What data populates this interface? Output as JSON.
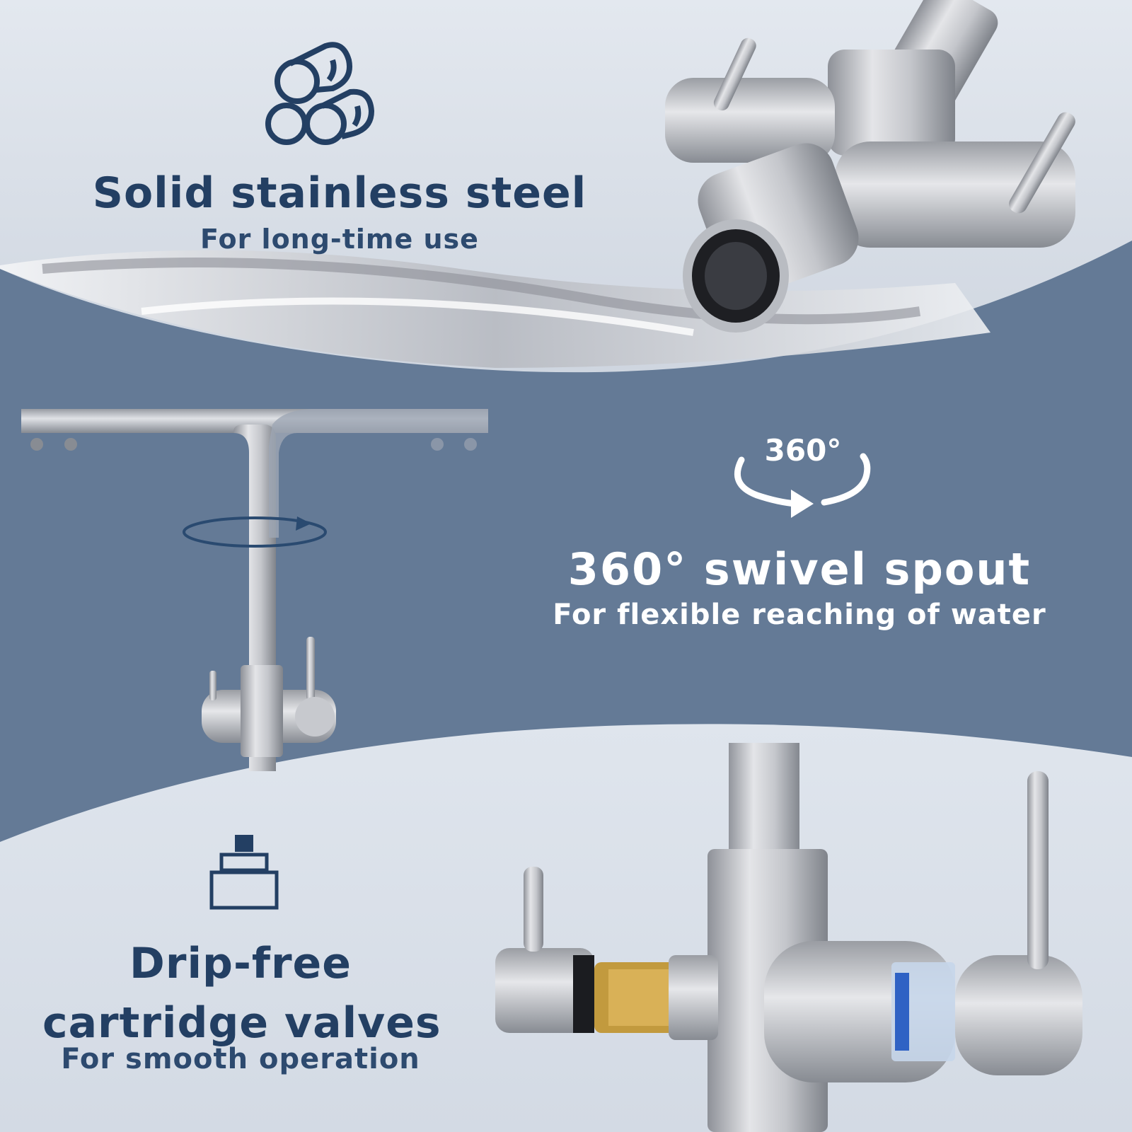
{
  "features": [
    {
      "title": "Solid stainless steel",
      "subtitle": "For long-time use",
      "icon": "steel-bars-icon"
    },
    {
      "icon_label": "360°",
      "title": "360° swivel spout",
      "subtitle": "For flexible reaching of water",
      "icon": "rotate-360-icon"
    },
    {
      "title_line1": "Drip-free",
      "title_line2": "cartridge valves",
      "subtitle": "For smooth operation",
      "icon": "cartridge-icon"
    }
  ],
  "colors": {
    "navy_text": "#233f63",
    "band_blue": "#647a96",
    "light_bg": "#d9e0ea",
    "white_text": "#ffffff",
    "steel": "#b9bcc2"
  }
}
